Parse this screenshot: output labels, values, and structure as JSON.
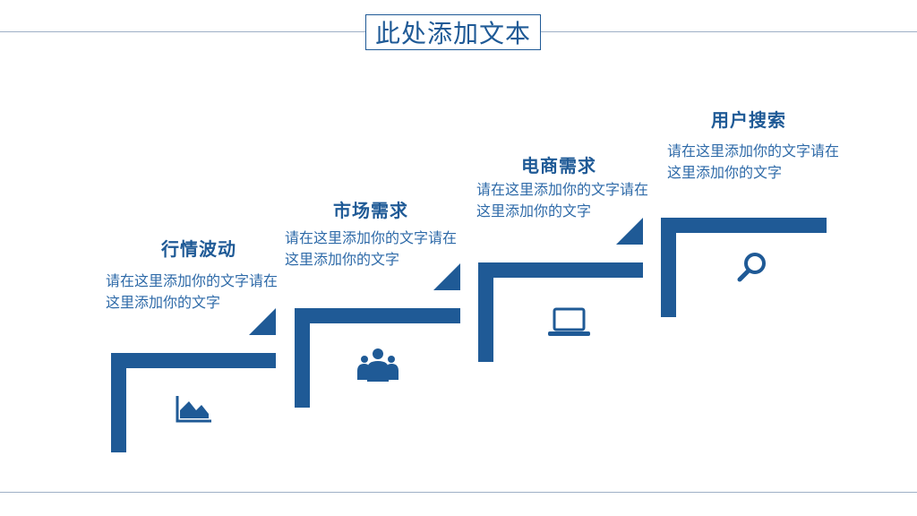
{
  "title": "此处添加文本",
  "colors": {
    "primary": "#1f5a96",
    "text": "#2e6aa8",
    "rule": "#9fb0c6"
  },
  "steps": [
    {
      "heading": "行情波动",
      "description": "请在这里添加你的文字请在这里添加你的文字",
      "icon": "area-chart-icon"
    },
    {
      "heading": "市场需求",
      "description": "请在这里添加你的文字请在这里添加你的文字",
      "icon": "people-group-icon"
    },
    {
      "heading": "电商需求",
      "description": "请在这里添加你的文字请在这里添加你的文字",
      "icon": "laptop-icon"
    },
    {
      "heading": "用户搜索",
      "description": "请在这里添加你的文字请在这里添加你的文字",
      "icon": "search-icon"
    }
  ]
}
